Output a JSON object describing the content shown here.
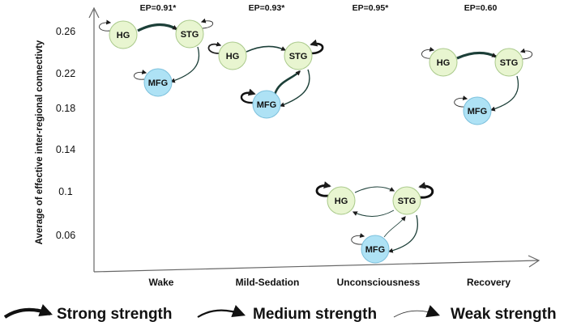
{
  "axis": {
    "y_label": "Average of effective inter-regional connectivty",
    "y_ticks": [
      "0.26",
      "0.22",
      "0.18",
      "0.14",
      "0.1",
      "0.06"
    ]
  },
  "conditions": [
    {
      "label": "Wake",
      "ep": "EP=0.91*"
    },
    {
      "label": "Mild-Sedation",
      "ep": "EP=0.93*"
    },
    {
      "label": "Unconsciousness",
      "ep": "EP=0.95*"
    },
    {
      "label": "Recovery",
      "ep": "EP=0.60"
    }
  ],
  "nodes": {
    "hg": "HG",
    "stg": "STG",
    "mfg": "MFG"
  },
  "colors": {
    "hg_stg_fill": "#e8f5d0",
    "mfg_fill": "#aee2f5",
    "node_stroke": "#a9c98a",
    "mfg_stroke": "#7cc0dc",
    "edge_dark": "#1c3f38",
    "edge_light": "#444444"
  },
  "legend": [
    {
      "label": "Strong strength"
    },
    {
      "label": "Medium strength"
    },
    {
      "label": "Weak strength"
    }
  ]
}
